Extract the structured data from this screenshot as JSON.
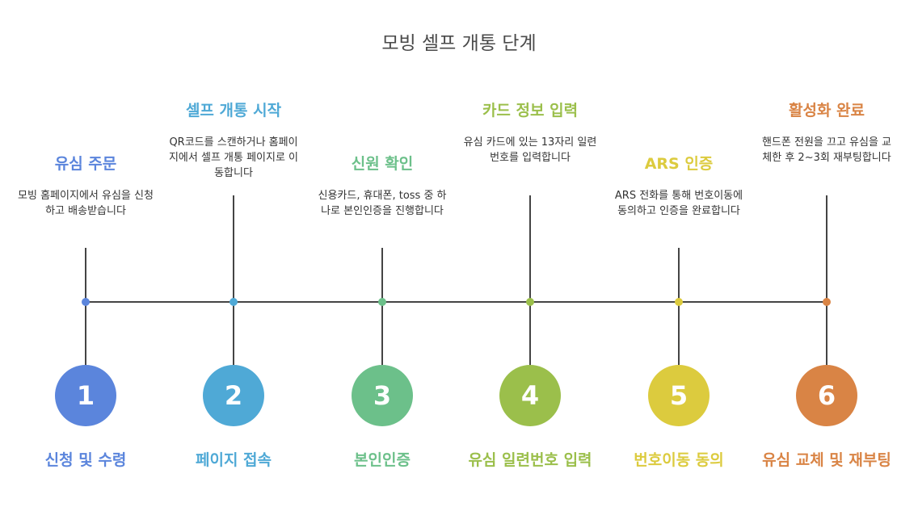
{
  "title": "모빙 셀프 개통 단계",
  "colors": {
    "s1": "#5b85dc",
    "s2": "#4fa9d6",
    "s3": "#6cc08a",
    "s4": "#9bbf4b",
    "s5": "#dccb3e",
    "s6": "#d98445",
    "line": "#444444"
  },
  "steps": [
    {
      "number": "1",
      "title": "유심 주문",
      "desc": "모빙 홈페이지에서 유심을 신청하고 배송받습니다",
      "label": "신청 및 수령"
    },
    {
      "number": "2",
      "title": "셀프 개통 시작",
      "desc": "QR코드를 스캔하거나 홈페이지에서 셀프 개통 페이지로 이동합니다",
      "label": "페이지 접속"
    },
    {
      "number": "3",
      "title": "신원 확인",
      "desc": "신용카드, 휴대폰, toss 중 하나로 본인인증을 진행합니다",
      "label": "본인인증"
    },
    {
      "number": "4",
      "title": "카드 정보 입력",
      "desc": "유심 카드에 있는 13자리 일련번호를 입력합니다",
      "label": "유심 일련번호 입력"
    },
    {
      "number": "5",
      "title": "ARS 인증",
      "desc": "ARS 전화를 통해 번호이동에 동의하고 인증을 완료합니다",
      "label": "번호이동 동의"
    },
    {
      "number": "6",
      "title": "활성화 완료",
      "desc": "핸드폰 전원을 끄고 유심을 교체한 후 2~3회 재부팅합니다",
      "label": "유심 교체 및 재부팅"
    }
  ]
}
